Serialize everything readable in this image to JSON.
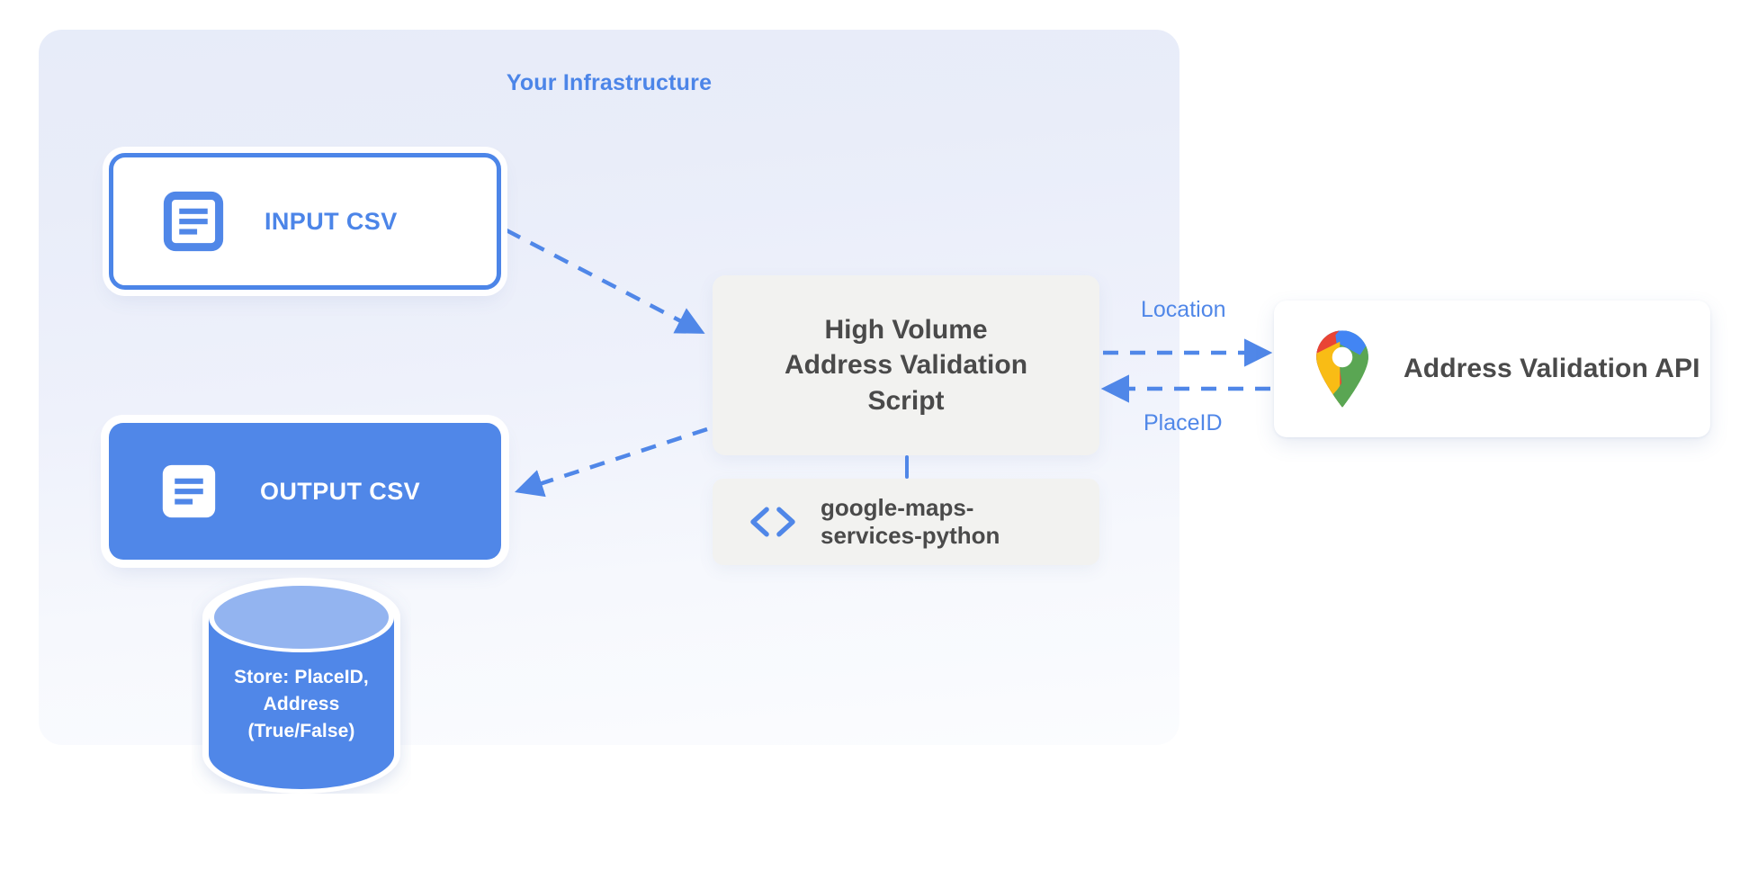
{
  "panel": {
    "title": "Your Infrastructure"
  },
  "nodes": {
    "input_csv": {
      "label": "INPUT CSV",
      "icon": "document-icon"
    },
    "output_csv": {
      "label": "OUTPUT CSV",
      "icon": "document-icon"
    },
    "script": {
      "line1": "High Volume",
      "line2": "Address Validation",
      "line3": "Script"
    },
    "library": {
      "line1": "google-maps-",
      "line2": "services-python",
      "icon": "code-brackets-icon"
    },
    "api": {
      "label": "Address Validation API",
      "icon": "google-maps-pin-icon"
    },
    "datastore": {
      "line1": "Store: PlaceID,",
      "line2": "Address",
      "line3": "(True/False)",
      "icon": "database-cylinder-icon"
    }
  },
  "edges": {
    "location_label": "Location",
    "placeid_label": "PlaceID"
  },
  "colors": {
    "accent_blue": "#5087e8",
    "panel_top": "#e7ecf9",
    "panel_bottom": "#fbfcfe",
    "box_gray": "#f2f2f0",
    "text_dark": "#4a4a4a",
    "cylinder_body": "#5087e8",
    "cylinder_top": "#93b4f0",
    "gmaps_blue": "#4285f4",
    "gmaps_red": "#e94435",
    "gmaps_yellow": "#f9bc15",
    "gmaps_green": "#5aa653"
  }
}
